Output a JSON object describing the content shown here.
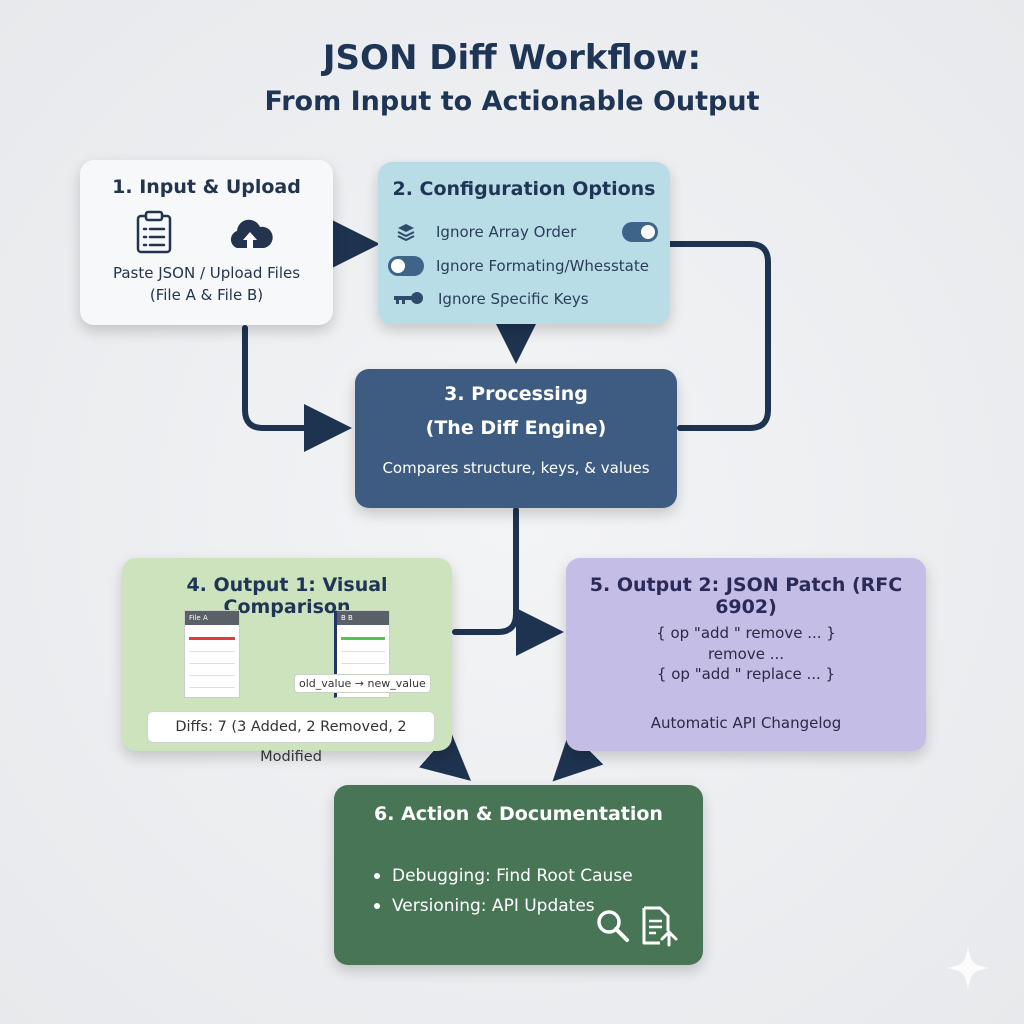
{
  "header": {
    "title": "JSON Diff Workflow:",
    "subtitle": "From Input to Actionable Output"
  },
  "step1": {
    "title": "1. Input & Upload",
    "line1": "Paste JSON / Upload Files",
    "line2": "(File A & File B)",
    "icons": [
      "clipboard-icon",
      "cloud-upload-icon"
    ]
  },
  "step2": {
    "title": "2. Configuration Options",
    "options": [
      {
        "label": "Ignore Array Order",
        "icon": "layers-icon",
        "toggle": "on"
      },
      {
        "label": "Ignore Formating/Whesstate",
        "icon": "toggle",
        "toggle": "on"
      },
      {
        "label": "Ignore Specific Keys",
        "icon": "key-icon"
      }
    ]
  },
  "step3": {
    "title_line1": "3. Processing",
    "title_line2": "(The Diff Engine)",
    "description": "Compares structure, keys, & values"
  },
  "step4": {
    "title": "4. Output 1: Visual Comparison",
    "file_a_label": "File A",
    "file_b_label": "B B",
    "change_chip": "old_value → new_value",
    "summary": "Diffs: 7 (3 Added, 2 Removed, 2 Modified"
  },
  "step5": {
    "title": "5. Output 2: JSON Patch (RFC 6902)",
    "patch_lines": [
      "{  op \"add \" remove ... }",
      "remove ...",
      "{  op \"add \" replace ... }"
    ],
    "footer": "Automatic API Changelog"
  },
  "step6": {
    "title": "6. Action & Documentation",
    "bullets": [
      "Debugging: Find Root Cause",
      "Versioning: API Updates"
    ],
    "icons": [
      "search-icon",
      "document-upload-icon"
    ]
  },
  "colors": {
    "title": "#1f3556",
    "arrow": "#1e3350",
    "step1_bg": "#f7f8fa",
    "step2_bg": "#b9dde7",
    "step3_bg": "#3e5c82",
    "step4_bg": "#cde3bd",
    "step5_bg": "#c4bde6",
    "step6_bg": "#487556",
    "removed_line": "#e03a3a",
    "added_line": "#4cc94a"
  }
}
